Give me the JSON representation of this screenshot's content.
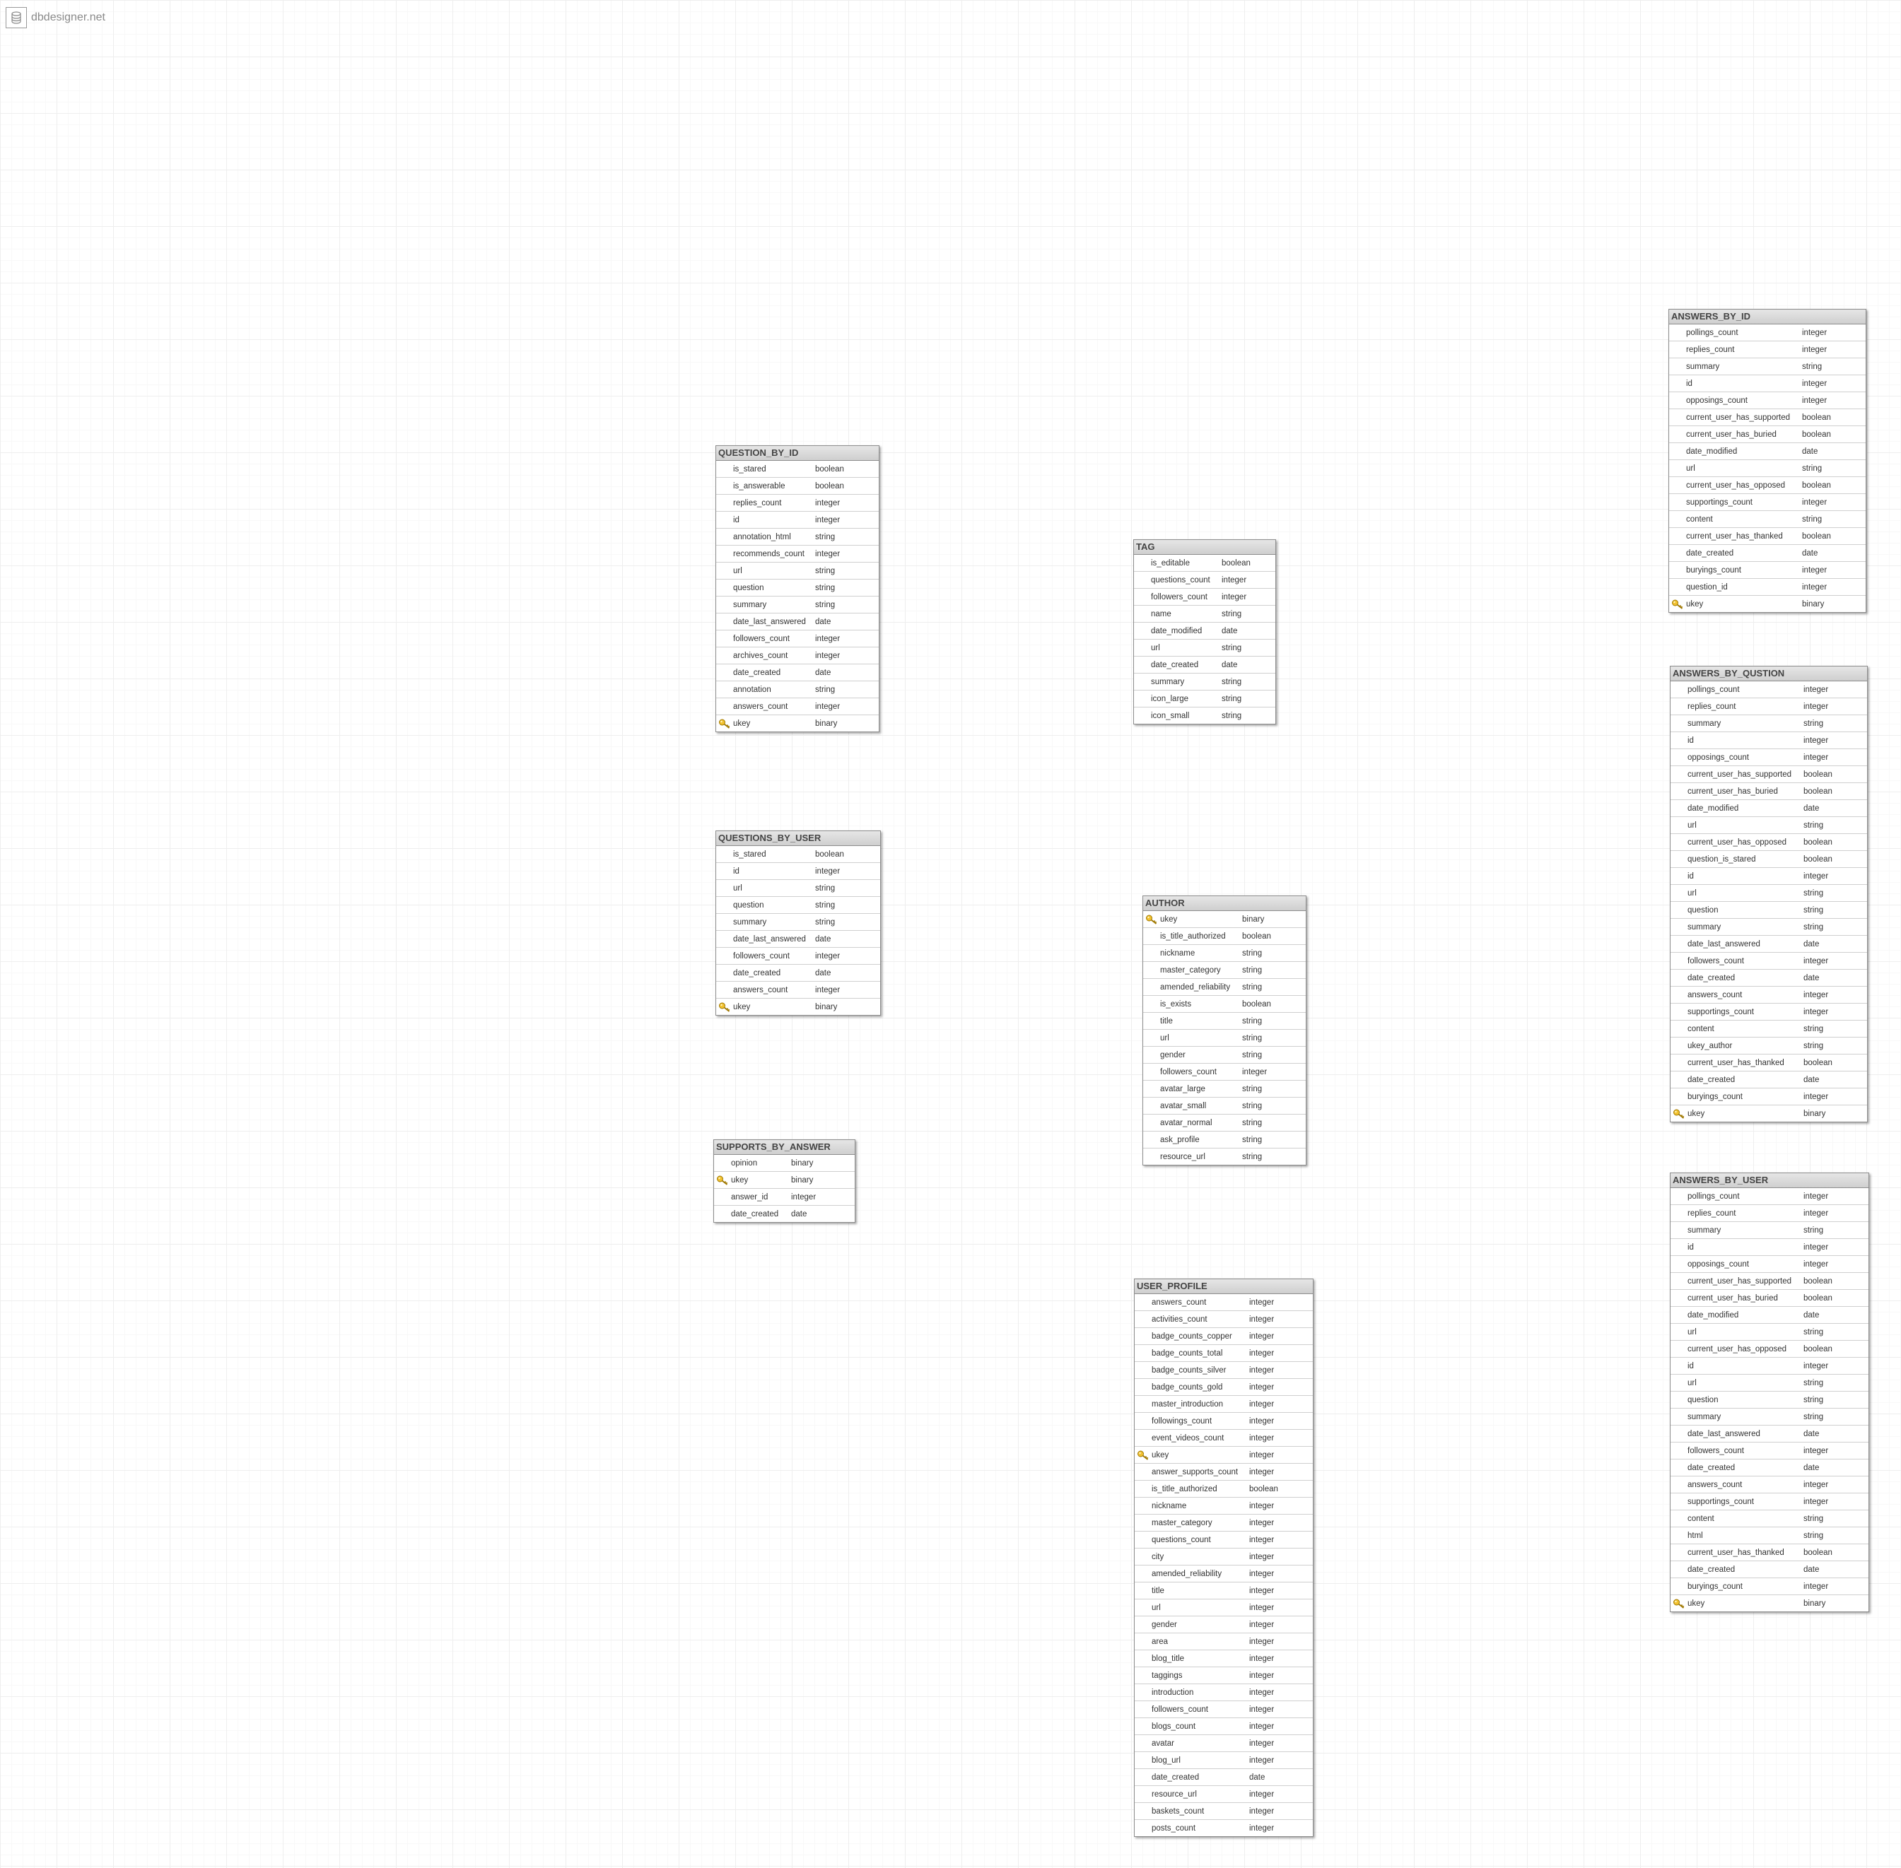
{
  "app": {
    "name": "dbdesigner.net",
    "logo_icon": "database-icon"
  },
  "tables": [
    {
      "name": "QUESTION_BY_ID",
      "columns": [
        {
          "name": "is_stared",
          "type": "boolean"
        },
        {
          "name": "is_answerable",
          "type": "boolean"
        },
        {
          "name": "replies_count",
          "type": "integer"
        },
        {
          "name": "id",
          "type": "integer"
        },
        {
          "name": "annotation_html",
          "type": "string"
        },
        {
          "name": "recommends_count",
          "type": "integer"
        },
        {
          "name": "url",
          "type": "string"
        },
        {
          "name": "question",
          "type": "string"
        },
        {
          "name": "summary",
          "type": "string"
        },
        {
          "name": "date_last_answered",
          "type": "date"
        },
        {
          "name": "followers_count",
          "type": "integer"
        },
        {
          "name": "archives_count",
          "type": "integer"
        },
        {
          "name": "date_created",
          "type": "date"
        },
        {
          "name": "annotation",
          "type": "string"
        },
        {
          "name": "answers_count",
          "type": "integer"
        },
        {
          "name": "ukey",
          "type": "binary",
          "key": true
        }
      ]
    },
    {
      "name": "QUESTIONS_BY_USER",
      "columns": [
        {
          "name": "is_stared",
          "type": "boolean"
        },
        {
          "name": "id",
          "type": "integer"
        },
        {
          "name": "url",
          "type": "string"
        },
        {
          "name": "question",
          "type": "string"
        },
        {
          "name": "summary",
          "type": "string"
        },
        {
          "name": "date_last_answered",
          "type": "date"
        },
        {
          "name": "followers_count",
          "type": "integer"
        },
        {
          "name": "date_created",
          "type": "date"
        },
        {
          "name": "answers_count",
          "type": "integer"
        },
        {
          "name": "ukey",
          "type": "binary",
          "key": true
        }
      ]
    },
    {
      "name": "SUPPORTS_BY_ANSWER",
      "columns": [
        {
          "name": "opinion",
          "type": "binary"
        },
        {
          "name": "ukey",
          "type": "binary",
          "key": true
        },
        {
          "name": "answer_id",
          "type": "integer"
        },
        {
          "name": "date_created",
          "type": "date"
        }
      ]
    },
    {
      "name": "TAG",
      "columns": [
        {
          "name": "is_editable",
          "type": "boolean"
        },
        {
          "name": "questions_count",
          "type": "integer"
        },
        {
          "name": "followers_count",
          "type": "integer"
        },
        {
          "name": "name",
          "type": "string"
        },
        {
          "name": "date_modified",
          "type": "date"
        },
        {
          "name": "url",
          "type": "string"
        },
        {
          "name": "date_created",
          "type": "date"
        },
        {
          "name": "summary",
          "type": "string"
        },
        {
          "name": "icon_large",
          "type": "string"
        },
        {
          "name": "icon_small",
          "type": "string"
        }
      ]
    },
    {
      "name": "AUTHOR",
      "columns": [
        {
          "name": "ukey",
          "type": "binary",
          "key": true
        },
        {
          "name": "is_title_authorized",
          "type": "boolean"
        },
        {
          "name": "nickname",
          "type": "string"
        },
        {
          "name": "master_category",
          "type": "string"
        },
        {
          "name": "amended_reliability",
          "type": "string"
        },
        {
          "name": "is_exists",
          "type": "boolean"
        },
        {
          "name": "title",
          "type": "string"
        },
        {
          "name": "url",
          "type": "string"
        },
        {
          "name": "gender",
          "type": "string"
        },
        {
          "name": "followers_count",
          "type": "integer"
        },
        {
          "name": "avatar_large",
          "type": "string"
        },
        {
          "name": "avatar_small",
          "type": "string"
        },
        {
          "name": "avatar_normal",
          "type": "string"
        },
        {
          "name": "ask_profile",
          "type": "string"
        },
        {
          "name": "resource_url",
          "type": "string"
        }
      ]
    },
    {
      "name": "USER_PROFILE",
      "columns": [
        {
          "name": "answers_count",
          "type": "integer"
        },
        {
          "name": "activities_count",
          "type": "integer"
        },
        {
          "name": "badge_counts_copper",
          "type": "integer"
        },
        {
          "name": "badge_counts_total",
          "type": "integer"
        },
        {
          "name": "badge_counts_silver",
          "type": "integer"
        },
        {
          "name": "badge_counts_gold",
          "type": "integer"
        },
        {
          "name": "master_introduction",
          "type": "integer"
        },
        {
          "name": "followings_count",
          "type": "integer"
        },
        {
          "name": "event_videos_count",
          "type": "integer"
        },
        {
          "name": "ukey",
          "type": "integer",
          "key": true
        },
        {
          "name": "answer_supports_count",
          "type": "integer"
        },
        {
          "name": "is_title_authorized",
          "type": "boolean"
        },
        {
          "name": "nickname",
          "type": "integer"
        },
        {
          "name": "master_category",
          "type": "integer"
        },
        {
          "name": "questions_count",
          "type": "integer"
        },
        {
          "name": "city",
          "type": "integer"
        },
        {
          "name": "amended_reliability",
          "type": "integer"
        },
        {
          "name": "title",
          "type": "integer"
        },
        {
          "name": "url",
          "type": "integer"
        },
        {
          "name": "gender",
          "type": "integer"
        },
        {
          "name": "area",
          "type": "integer"
        },
        {
          "name": "blog_title",
          "type": "integer"
        },
        {
          "name": "taggings",
          "type": "integer"
        },
        {
          "name": "introduction",
          "type": "integer"
        },
        {
          "name": "followers_count",
          "type": "integer"
        },
        {
          "name": "blogs_count",
          "type": "integer"
        },
        {
          "name": "avatar",
          "type": "integer"
        },
        {
          "name": "blog_url",
          "type": "integer"
        },
        {
          "name": "date_created",
          "type": "date"
        },
        {
          "name": "resource_url",
          "type": "integer"
        },
        {
          "name": "baskets_count",
          "type": "integer"
        },
        {
          "name": "posts_count",
          "type": "integer"
        }
      ]
    },
    {
      "name": "ANSWERS_BY_ID",
      "columns": [
        {
          "name": "pollings_count",
          "type": "integer"
        },
        {
          "name": "replies_count",
          "type": "integer"
        },
        {
          "name": "summary",
          "type": "string"
        },
        {
          "name": "id",
          "type": "integer"
        },
        {
          "name": "opposings_count",
          "type": "integer"
        },
        {
          "name": "current_user_has_supported",
          "type": "boolean"
        },
        {
          "name": "current_user_has_buried",
          "type": "boolean"
        },
        {
          "name": "date_modified",
          "type": "date"
        },
        {
          "name": "url",
          "type": "string"
        },
        {
          "name": "current_user_has_opposed",
          "type": "boolean"
        },
        {
          "name": "supportings_count",
          "type": "integer"
        },
        {
          "name": "content",
          "type": "string"
        },
        {
          "name": "current_user_has_thanked",
          "type": "boolean"
        },
        {
          "name": "date_created",
          "type": "date"
        },
        {
          "name": "buryings_count",
          "type": "integer"
        },
        {
          "name": "question_id",
          "type": "integer"
        },
        {
          "name": "ukey",
          "type": "binary",
          "key": true
        }
      ]
    },
    {
      "name": "ANSWERS_BY_QUSTION",
      "columns": [
        {
          "name": "pollings_count",
          "type": "integer"
        },
        {
          "name": "replies_count",
          "type": "integer"
        },
        {
          "name": "summary",
          "type": "string"
        },
        {
          "name": "id",
          "type": "integer"
        },
        {
          "name": "opposings_count",
          "type": "integer"
        },
        {
          "name": "current_user_has_supported",
          "type": "boolean"
        },
        {
          "name": "current_user_has_buried",
          "type": "boolean"
        },
        {
          "name": "date_modified",
          "type": "date"
        },
        {
          "name": "url",
          "type": "string"
        },
        {
          "name": "current_user_has_opposed",
          "type": "boolean"
        },
        {
          "name": "question_is_stared",
          "type": "boolean"
        },
        {
          "name": "id",
          "type": "integer"
        },
        {
          "name": "url",
          "type": "string"
        },
        {
          "name": "question",
          "type": "string"
        },
        {
          "name": "summary",
          "type": "string"
        },
        {
          "name": "date_last_answered",
          "type": "date"
        },
        {
          "name": "followers_count",
          "type": "integer"
        },
        {
          "name": "date_created",
          "type": "date"
        },
        {
          "name": "answers_count",
          "type": "integer"
        },
        {
          "name": "supportings_count",
          "type": "integer"
        },
        {
          "name": "content",
          "type": "string"
        },
        {
          "name": "ukey_author",
          "type": "string"
        },
        {
          "name": "current_user_has_thanked",
          "type": "boolean"
        },
        {
          "name": "date_created",
          "type": "date"
        },
        {
          "name": "buryings_count",
          "type": "integer"
        },
        {
          "name": "ukey",
          "type": "binary",
          "key": true
        }
      ]
    },
    {
      "name": "ANSWERS_BY_USER",
      "columns": [
        {
          "name": "pollings_count",
          "type": "integer"
        },
        {
          "name": "replies_count",
          "type": "integer"
        },
        {
          "name": "summary",
          "type": "string"
        },
        {
          "name": "id",
          "type": "integer"
        },
        {
          "name": "opposings_count",
          "type": "integer"
        },
        {
          "name": "current_user_has_supported",
          "type": "boolean"
        },
        {
          "name": "current_user_has_buried",
          "type": "boolean"
        },
        {
          "name": "date_modified",
          "type": "date"
        },
        {
          "name": "url",
          "type": "string"
        },
        {
          "name": "current_user_has_opposed",
          "type": "boolean"
        },
        {
          "name": "id",
          "type": "integer"
        },
        {
          "name": "url",
          "type": "string"
        },
        {
          "name": "question",
          "type": "string"
        },
        {
          "name": "summary",
          "type": "string"
        },
        {
          "name": "date_last_answered",
          "type": "date"
        },
        {
          "name": "followers_count",
          "type": "integer"
        },
        {
          "name": "date_created",
          "type": "date"
        },
        {
          "name": "answers_count",
          "type": "integer"
        },
        {
          "name": "supportings_count",
          "type": "integer"
        },
        {
          "name": "content",
          "type": "string"
        },
        {
          "name": "html",
          "type": "string"
        },
        {
          "name": "current_user_has_thanked",
          "type": "boolean"
        },
        {
          "name": "date_created",
          "type": "date"
        },
        {
          "name": "buryings_count",
          "type": "integer"
        },
        {
          "name": "ukey",
          "type": "binary",
          "key": true
        }
      ]
    }
  ]
}
